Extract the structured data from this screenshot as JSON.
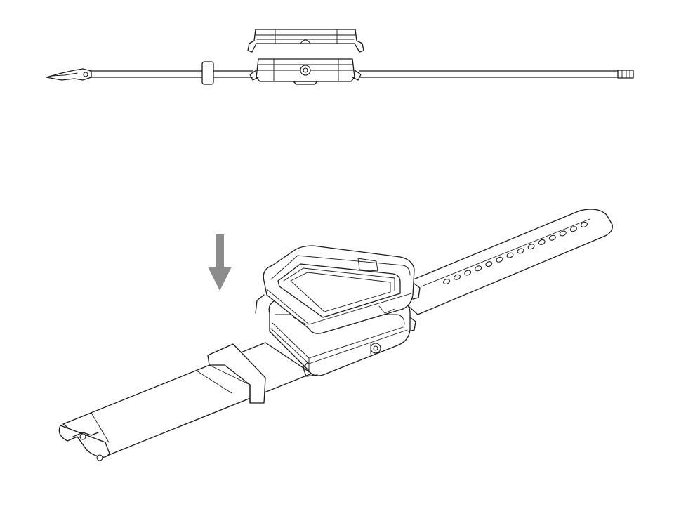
{
  "diagram": {
    "colors": {
      "line": "#1a1a1a",
      "arrow": "#8c8c8c",
      "background": "#ffffff"
    },
    "figures": [
      {
        "id": "side-view",
        "view": "side-elevation"
      },
      {
        "id": "perspective-view",
        "view": "isometric"
      }
    ],
    "arrow": {
      "direction": "down",
      "icon": "arrow-down-icon"
    },
    "strap_hole_count": 14
  }
}
